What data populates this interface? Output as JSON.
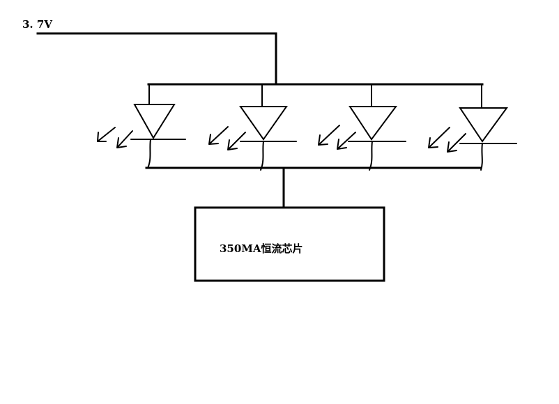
{
  "supply": {
    "voltage_label": "3. 7V"
  },
  "driver": {
    "label": "350MA恒流芯片"
  },
  "leds": [
    {
      "id": 1
    },
    {
      "id": 2
    },
    {
      "id": 3
    },
    {
      "id": 4
    }
  ]
}
